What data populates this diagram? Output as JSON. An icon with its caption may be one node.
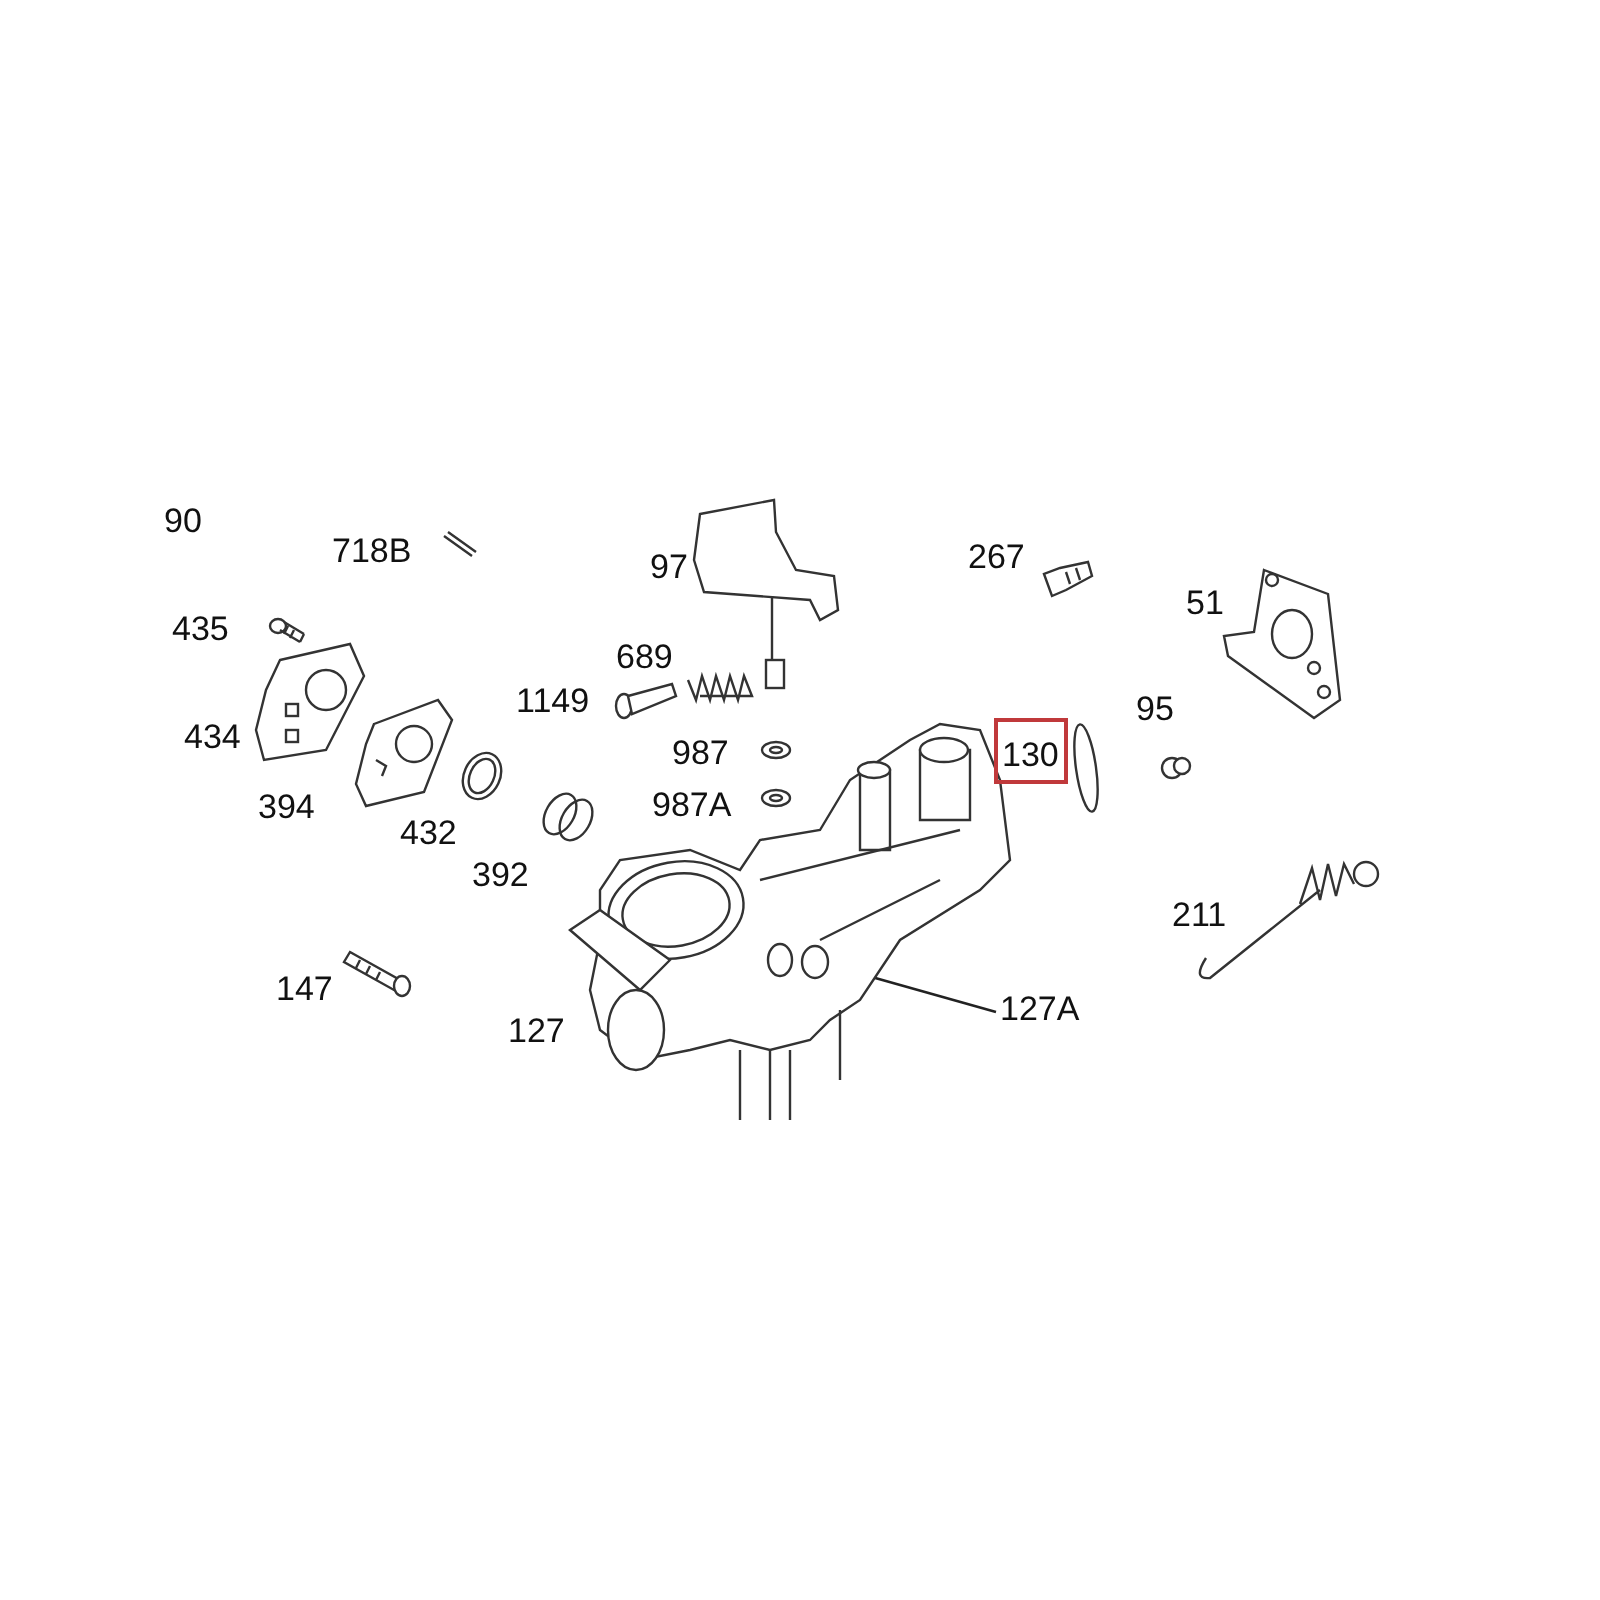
{
  "diagram": {
    "nodes": [
      {
        "text": [
          "127A"
        ]
      },
      {
        "text": [],
        "shape": "circle"
      },
      {
        "text": [
          "130"
        ]
      }
    ],
    "edges": [
      {
        "from": 0,
        "to": 1,
        "arrow": "none"
      }
    ],
    "labels": [
      "90",
      "718B",
      "97",
      "267",
      "51",
      "435",
      "689",
      "1149",
      "95",
      "434",
      "987",
      "394",
      "987A",
      "432",
      "392",
      "211",
      "147",
      "127"
    ]
  }
}
